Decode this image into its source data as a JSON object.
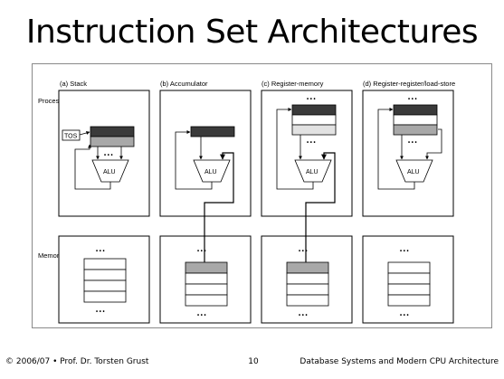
{
  "slide": {
    "title": "Instruction Set Architectures"
  },
  "diagram": {
    "row_labels": {
      "processor": "Processor",
      "memory": "Memory"
    },
    "panels": [
      {
        "label": "(a)  Stack",
        "alu_label": "ALU",
        "tos_label": "TOS"
      },
      {
        "label": "(b)  Accumulator",
        "alu_label": "ALU"
      },
      {
        "label": "(c)  Register-memory",
        "alu_label": "ALU"
      },
      {
        "label": "(d)  Register-register/load-store",
        "alu_label": "ALU"
      }
    ],
    "ellipsis": "• • •",
    "colors": {
      "dark": "#3a3a3a",
      "mid": "#a8a8a8",
      "light": "#e2e2e2",
      "border": "#000000"
    }
  },
  "footer": {
    "left": "© 2006/07 • Prof. Dr. Torsten Grust",
    "page": "10",
    "right": "Database Systems and Modern CPU Architecture"
  }
}
